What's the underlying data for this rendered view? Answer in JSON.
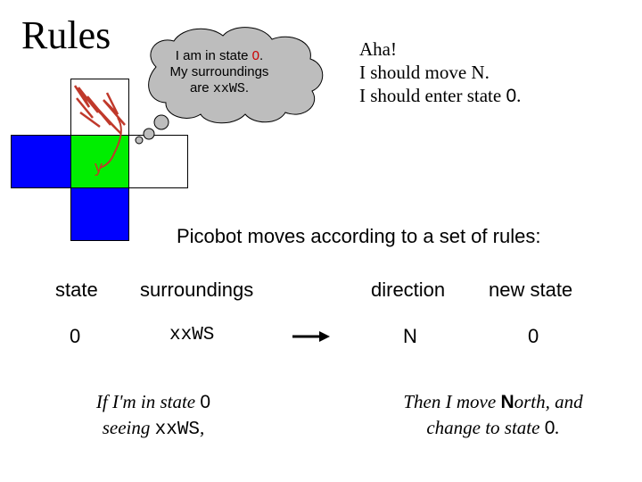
{
  "title": "Rules",
  "thought": {
    "line1_prefix": "I am in state ",
    "line1_state": "0",
    "line1_suffix": ".",
    "line2": "My surroundings",
    "line3_prefix": "are ",
    "line3_code": "xxWS",
    "line3_suffix": "."
  },
  "aha": {
    "line1": "Aha!",
    "line2": "I should move N.",
    "line3_prefix": "I should enter state ",
    "line3_state": "0",
    "line3_suffix": "."
  },
  "intro": "Picobot moves according to a set of rules:",
  "columns": {
    "state": "state",
    "surroundings": "surroundings",
    "direction": "direction",
    "new_state": "new state"
  },
  "rule": {
    "state": "0",
    "surroundings": "xxWS",
    "direction": "N",
    "new_state": "0"
  },
  "explanation_left": {
    "line1_prefix": "If I'm in state ",
    "line1_state": "0",
    "line2_prefix": "seeing ",
    "line2_code": "xxWS",
    "line2_suffix": ","
  },
  "explanation_right": {
    "line1_prefix": "Then I move ",
    "line1_bold": "N",
    "line1_suffix": "orth, and",
    "line2_prefix": "change to state ",
    "line2_state": "0",
    "line2_suffix": "."
  },
  "colors": {
    "wall": "#0000ff",
    "robot": "#00ee00",
    "scribble": "#c0392b",
    "cloud": "#bdbdbd",
    "highlight": "#cc0000"
  }
}
